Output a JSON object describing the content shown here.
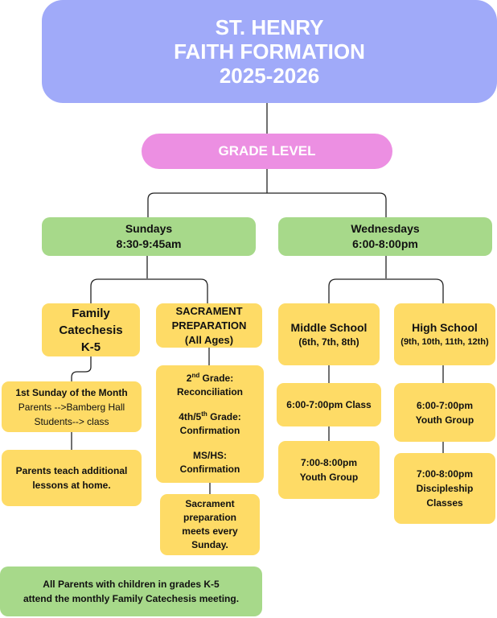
{
  "title": {
    "line1": "ST. HENRY",
    "line2": "FAITH FORMATION",
    "line3": "2025-2026"
  },
  "grade_level": "GRADE LEVEL",
  "sundays": {
    "line1": "Sundays",
    "line2": "8:30-9:45am"
  },
  "wednesdays": {
    "line1": "Wednesdays",
    "line2": "6:00-8:00pm"
  },
  "family_catechesis": {
    "line1": "Family",
    "line2": "Catechesis",
    "line3": "K-5"
  },
  "sacrament_prep": {
    "line1": "SACRAMENT",
    "line2": "PREPARATION",
    "line3": "(All Ages)"
  },
  "middle_school": {
    "line1": "Middle School",
    "line2": "(6th, 7th, 8th)"
  },
  "high_school": {
    "line1": "High School",
    "line2": "(9th, 10th, 11th, 12th)"
  },
  "first_sunday": {
    "line1": "1st Sunday of the Month",
    "line2": "Parents -->Bamberg Hall",
    "line3": "Students--> class"
  },
  "parents_teach": {
    "line1": "Parents teach additional",
    "line2": "lessons at home."
  },
  "grades_box": {
    "g2_num": "2",
    "g2_sup": "nd",
    "g2_rest": " Grade:",
    "g2_line2": "Reconciliation",
    "g45_pre": "4th/5",
    "g45_sup": "th",
    "g45_rest": " Grade:",
    "g45_line2": "Confirmation",
    "mshs_line1": "MS/HS:",
    "mshs_line2": "Confirmation"
  },
  "sacrament_weekly": {
    "line1": "Sacrament",
    "line2": "preparation",
    "line3": "meets every",
    "line4": "Sunday."
  },
  "ms_class": "6:00-7:00pm Class",
  "ms_youth": {
    "line1": "7:00-8:00pm",
    "line2": "Youth Group"
  },
  "hs_youth": {
    "line1": "6:00-7:00pm",
    "line2": "Youth Group"
  },
  "hs_disc": {
    "line1": "7:00-8:00pm",
    "line2": "Discipleship",
    "line3": "Classes"
  },
  "all_parents": {
    "line1": "All Parents with children in grades K-5",
    "line2": "attend the monthly Family Catechesis meeting."
  },
  "colors": {
    "title": "#a0aaf9",
    "pill": "#ec8fe2",
    "green": "#a7d98a",
    "yellow": "#fedb66"
  }
}
